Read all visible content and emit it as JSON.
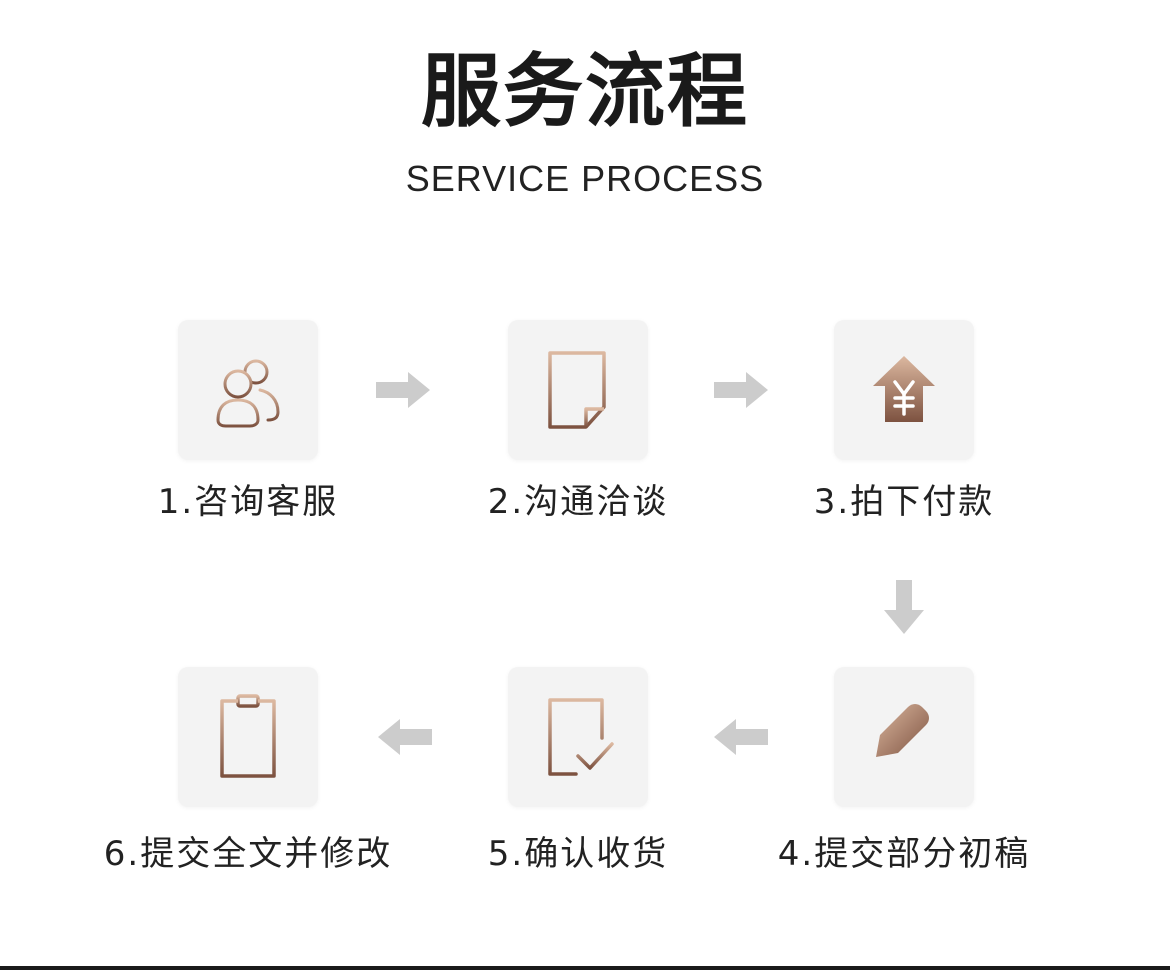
{
  "header": {
    "title": "服务流程",
    "subtitle": "SERVICE PROCESS"
  },
  "steps": [
    {
      "label": "1.咨询客服",
      "icon": "people-icon"
    },
    {
      "label": "2.沟通洽谈",
      "icon": "document-icon"
    },
    {
      "label": "3.拍下付款",
      "icon": "yen-house-icon"
    },
    {
      "label": "4.提交部分初稿",
      "icon": "pencil-icon"
    },
    {
      "label": "5.确认收货",
      "icon": "checklist-icon"
    },
    {
      "label": "6.提交全文并修改",
      "icon": "clipboard-icon"
    }
  ],
  "colors": {
    "accent_light": "#d9b39a",
    "accent_dark": "#8a5d45",
    "card_bg": "#f3f3f3",
    "arrow": "#cccccc",
    "text": "#222222"
  }
}
